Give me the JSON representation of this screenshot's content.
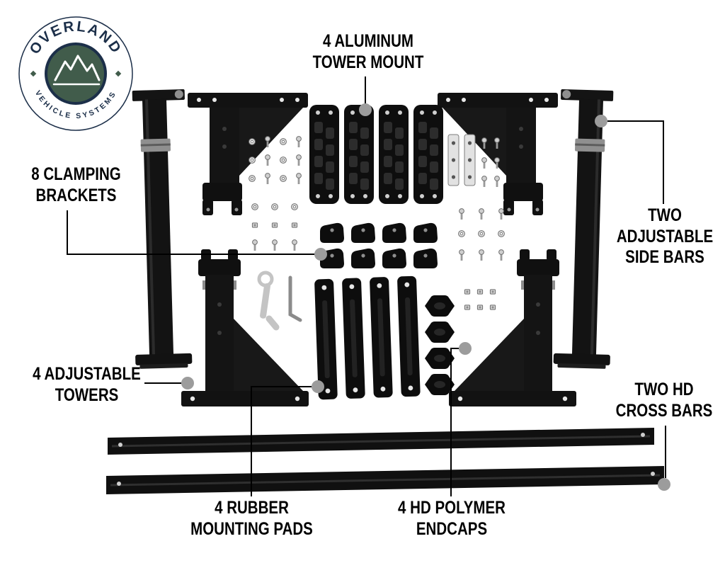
{
  "page": {
    "background": "#ffffff",
    "description": "Exploded parts diagram of a truck bed rack kit with labeled components"
  },
  "logo": {
    "arc_top": "OVERLAND",
    "arc_bottom": "VEHICLE SYSTEMS"
  },
  "callouts": {
    "tower_mount": {
      "line1": "4 ALUMINUM",
      "line2": "TOWER MOUNT"
    },
    "clamping_brackets": {
      "line1": "8 CLAMPING",
      "line2": "BRACKETS"
    },
    "side_bars": {
      "line1": "TWO",
      "line2": "ADJUSTABLE",
      "line3": "SIDE BARS"
    },
    "adjustable_towers": {
      "line1": "4 ADJUSTABLE",
      "line2": "TOWERS"
    },
    "cross_bars": {
      "line1": "TWO HD",
      "line2": "CROSS BARS"
    },
    "mounting_pads": {
      "line1": "4 RUBBER",
      "line2": "MOUNTING PADS"
    },
    "endcaps": {
      "line1": "4 HD POLYMER",
      "line2": "ENDCAPS"
    }
  },
  "colors": {
    "background": "#ffffff",
    "part_black": "#101010",
    "hardware_gray": "#cfcfcf",
    "callout_dot": "#9c9c9c",
    "leader_line": "#000000",
    "label_text": "#000000",
    "logo_navy": "#1c2f49",
    "logo_green": "#415c4b"
  }
}
